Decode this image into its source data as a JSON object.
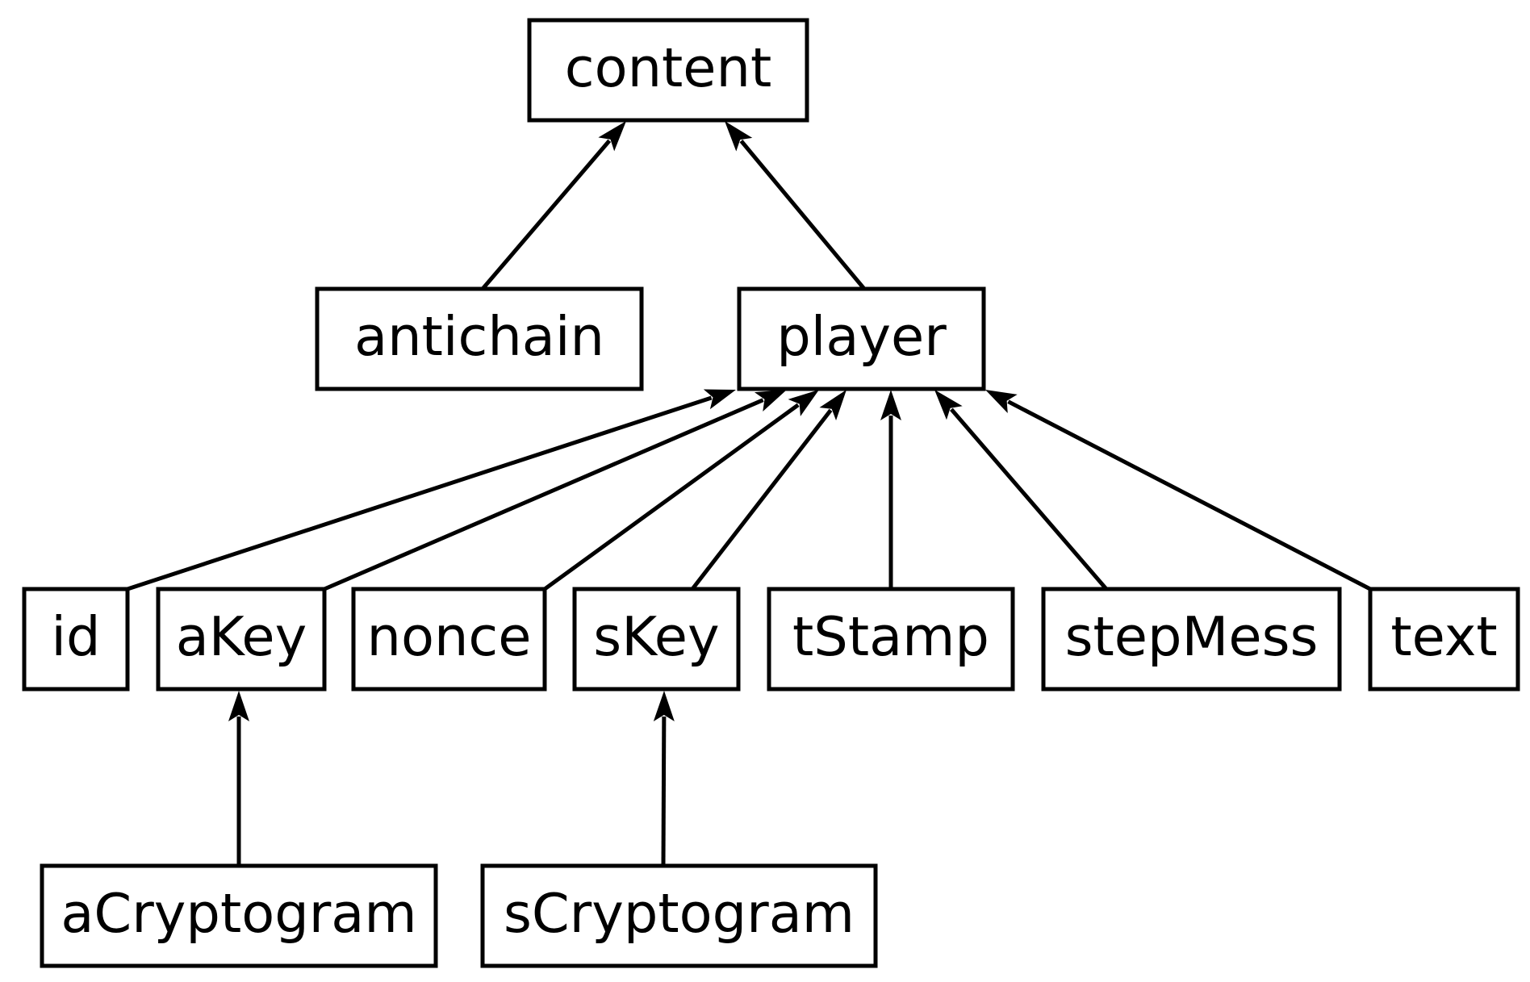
{
  "diagram": {
    "nodes": [
      {
        "id": "content",
        "label": "content"
      },
      {
        "id": "antichain",
        "label": "antichain"
      },
      {
        "id": "player",
        "label": "player"
      },
      {
        "id": "id",
        "label": "id"
      },
      {
        "id": "aKey",
        "label": "aKey"
      },
      {
        "id": "nonce",
        "label": "nonce"
      },
      {
        "id": "sKey",
        "label": "sKey"
      },
      {
        "id": "tStamp",
        "label": "tStamp"
      },
      {
        "id": "stepMess",
        "label": "stepMess"
      },
      {
        "id": "text",
        "label": "text"
      },
      {
        "id": "aCryptogram",
        "label": "aCryptogram"
      },
      {
        "id": "sCryptogram",
        "label": "sCryptogram"
      }
    ],
    "edges": [
      {
        "from": "antichain",
        "to": "content"
      },
      {
        "from": "player",
        "to": "content"
      },
      {
        "from": "id",
        "to": "player"
      },
      {
        "from": "aKey",
        "to": "player"
      },
      {
        "from": "nonce",
        "to": "player"
      },
      {
        "from": "sKey",
        "to": "player"
      },
      {
        "from": "tStamp",
        "to": "player"
      },
      {
        "from": "stepMess",
        "to": "player"
      },
      {
        "from": "text",
        "to": "player"
      },
      {
        "from": "aCryptogram",
        "to": "aKey"
      },
      {
        "from": "sCryptogram",
        "to": "sKey"
      }
    ]
  }
}
